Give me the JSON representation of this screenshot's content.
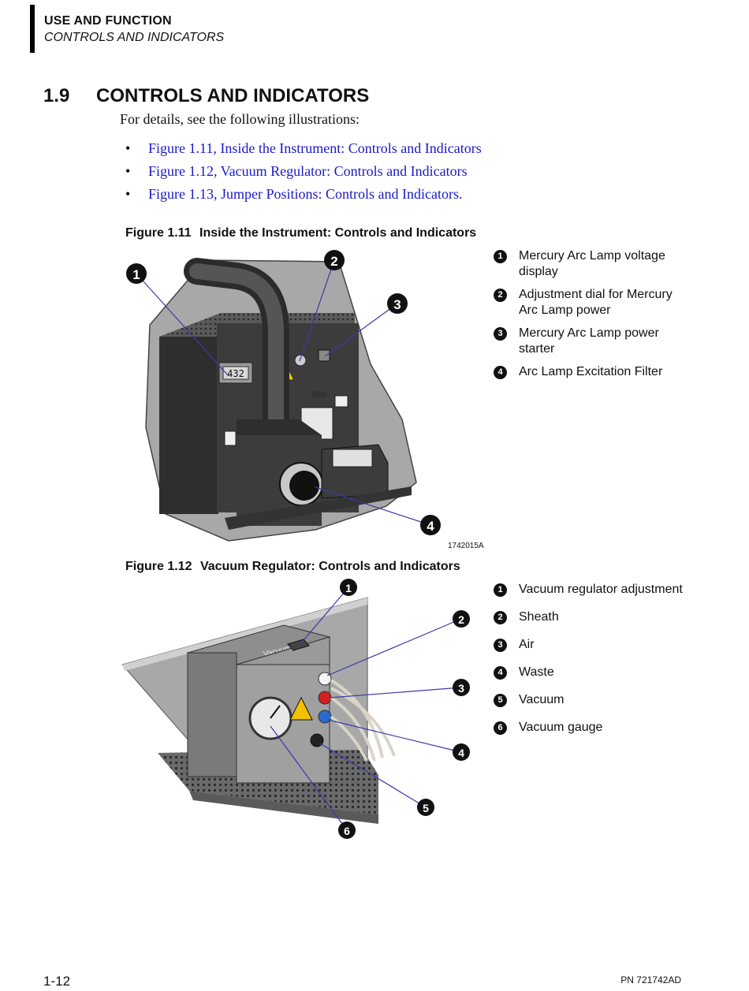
{
  "header": {
    "title": "USE AND FUNCTION",
    "subtitle": "CONTROLS AND INDICATORS"
  },
  "section": {
    "number": "1.9",
    "title": "CONTROLS AND INDICATORS",
    "intro": "For details, see the following illustrations:"
  },
  "links": [
    "Figure 1.11, Inside the Instrument: Controls and Indicators",
    "Figure 1.12, Vacuum Regulator: Controls and Indicators",
    "Figure 1.13, Jumper Positions: Controls and Indicators."
  ],
  "bullet": "•",
  "figure1": {
    "number": "Figure 1.11",
    "title": "Inside the Instrument: Controls and Indicators",
    "image_id": "1742015A",
    "display_reading": "432",
    "callouts": [
      "1",
      "2",
      "3",
      "4"
    ],
    "legend": [
      {
        "num": "1",
        "text": "Mercury Arc Lamp voltage display"
      },
      {
        "num": "2",
        "text": "Adjustment dial for Mercury Arc Lamp power"
      },
      {
        "num": "3",
        "text": "Mercury Arc Lamp power starter"
      },
      {
        "num": "4",
        "text": "Arc Lamp Excitation Filter"
      }
    ]
  },
  "figure2": {
    "number": "Figure 1.12",
    "title": "Vacuum Regulator: Controls and Indicators",
    "box_label": "Vacuum",
    "callouts": [
      "1",
      "2",
      "3",
      "4",
      "5",
      "6"
    ],
    "legend": [
      {
        "num": "1",
        "text": "Vacuum regulator adjustment"
      },
      {
        "num": "2",
        "text": "Sheath"
      },
      {
        "num": "3",
        "text": "Air"
      },
      {
        "num": "4",
        "text": "Waste"
      },
      {
        "num": "5",
        "text": "Vacuum"
      },
      {
        "num": "6",
        "text": "Vacuum gauge"
      }
    ]
  },
  "footer": {
    "page": "1-12",
    "part_number": "PN 721742AD"
  },
  "colors": {
    "link": "#1a1ac8",
    "callout_line": "#3a3aa8",
    "housing_dark": "#3c3c3c",
    "panel_gray": "#a8a8a8",
    "warning_yellow": "#f2c200",
    "connector_red": "#d42020",
    "connector_blue": "#2a6ad0"
  }
}
